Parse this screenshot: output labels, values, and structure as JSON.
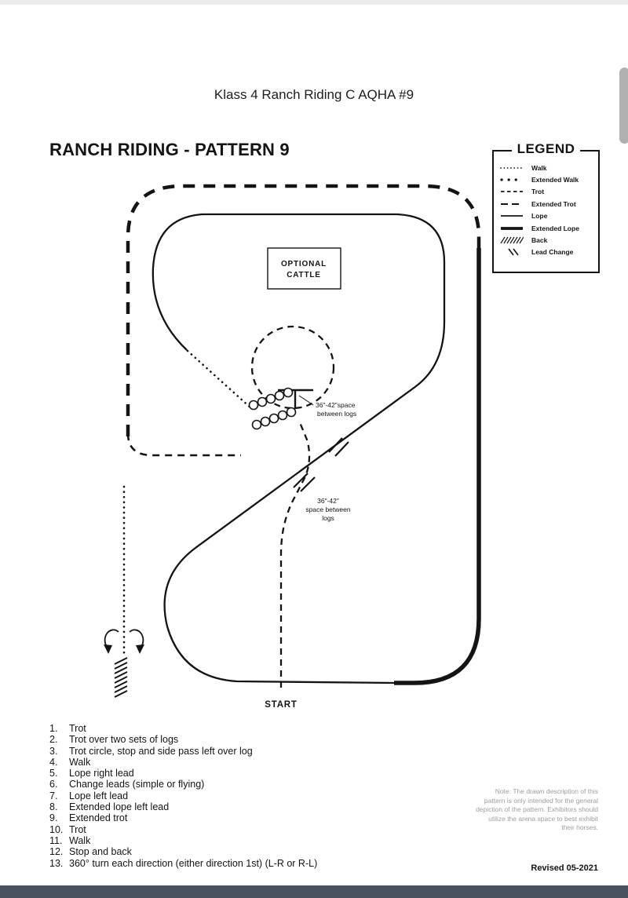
{
  "page": {
    "title": "Klass 4 Ranch Riding C AQHA #9",
    "heading": "RANCH RIDING - PATTERN 9",
    "revised": "Revised 05-2021"
  },
  "legend": {
    "title": "LEGEND",
    "items": [
      {
        "label": "Walk"
      },
      {
        "label": "Extended Walk"
      },
      {
        "label": "Trot"
      },
      {
        "label": "Extended Trot"
      },
      {
        "label": "Lope"
      },
      {
        "label": "Extended Lope"
      },
      {
        "label": "Back"
      },
      {
        "label": "Lead Change"
      }
    ]
  },
  "diagram": {
    "optional_cattle": {
      "line1": "OPTIONAL",
      "line2": "CATTLE"
    },
    "start_label": "START",
    "log_label_upper": {
      "line1": "36\"-42\"space",
      "line2": "between logs"
    },
    "log_label_lower": {
      "line1": "36\"-42\"",
      "line2": "space between",
      "line3": "logs"
    }
  },
  "steps": [
    {
      "num": "1.",
      "text": "Trot"
    },
    {
      "num": "2.",
      "text": "Trot over two sets of logs"
    },
    {
      "num": "3.",
      "text": "Trot circle, stop and side pass left over log"
    },
    {
      "num": "4.",
      "text": "Walk"
    },
    {
      "num": "5.",
      "text": "Lope right lead"
    },
    {
      "num": "6.",
      "text": "Change leads (simple or flying)"
    },
    {
      "num": "7.",
      "text": "Lope left lead"
    },
    {
      "num": "8.",
      "text": "Extended lope left lead"
    },
    {
      "num": "9.",
      "text": "Extended trot"
    },
    {
      "num": "10.",
      "text": "Trot"
    },
    {
      "num": "11.",
      "text": "Walk"
    },
    {
      "num": "12.",
      "text": "Stop and back"
    },
    {
      "num": "13.",
      "text": "360° turn each direction (either direction 1st) (L-R or R-L)"
    }
  ],
  "note": "Note: The drawn description of this pattern is only intended for the general depiction of the pattern. Exhibitors should utilize the arena space to best exhibit their horses.",
  "colors": {
    "ink": "#141414",
    "bottom_bar": "#48525f",
    "scrollbar_thumb": "#b1b1b1",
    "note_text": "#9e9e9e"
  }
}
